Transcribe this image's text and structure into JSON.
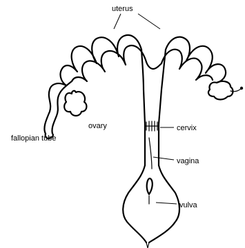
{
  "labels": {
    "uterus": "uterus",
    "ovary": "ovary",
    "fallopian_tube": "fallopian tube",
    "cervix": "cervix",
    "vagina": "vagina",
    "vulva": "vulva"
  }
}
